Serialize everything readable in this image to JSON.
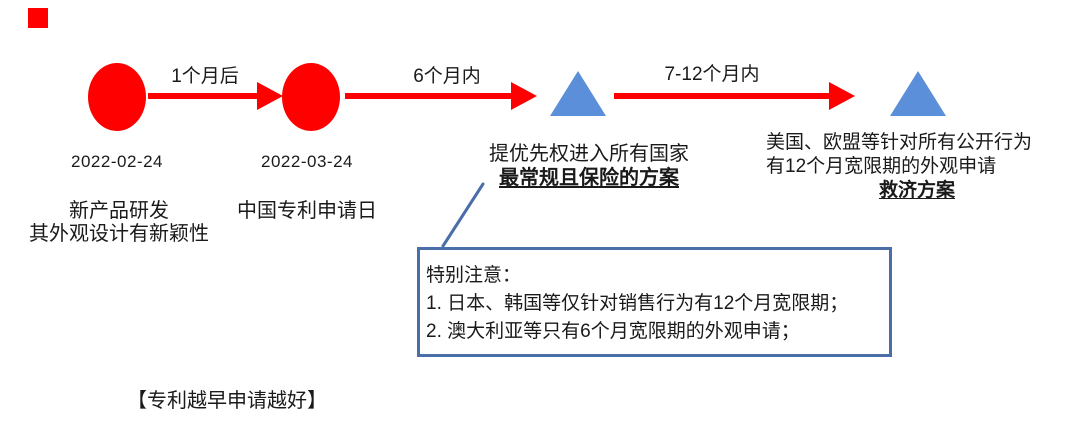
{
  "colors": {
    "shape_red": "#FF0000",
    "triangle_blue": "#5B8FD9",
    "note_border_blue": "#4A6FA8",
    "text_color": "#1A1A1A"
  },
  "timeline": {
    "arrow_labels": [
      "1个月后",
      "6个月内",
      "7-12个月内"
    ],
    "milestones": [
      {
        "date": "2022-02-24",
        "line1": "新产品研发",
        "line2": "其外观设计有新颖性"
      },
      {
        "date": "2022-03-24",
        "line1": "中国专利申请日"
      },
      {
        "line1": "提优先权进入所有国家",
        "highlight": "最常规且保险的方案"
      },
      {
        "line1": "美国、欧盟等针对所有公开行为",
        "line2": "有12个月宽限期的外观申请",
        "highlight": "救济方案"
      }
    ]
  },
  "note_box": {
    "title": "特别注意：",
    "item1": "1. 日本、韩国等仅针对销售行为有12个月宽限期；",
    "item2": "2. 澳大利亚等只有6个月宽限期的外观申请；"
  },
  "caption": "【专利越早申请越好】"
}
